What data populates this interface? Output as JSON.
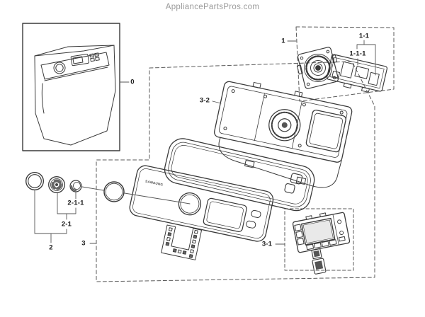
{
  "watermark": "AppliancePartsPros.com",
  "panel": {
    "brand": "SAMSUNG"
  },
  "parts": {
    "main": {
      "label": "0"
    },
    "encoder_assy": {
      "label": "1"
    },
    "encoder_sub": {
      "label": "1-1"
    },
    "encoder_subsub": {
      "label": "1-1-1"
    },
    "knob_group": {
      "label": "2"
    },
    "knob_sub": {
      "label": "2-1"
    },
    "knob_subsub": {
      "label": "2-1-1"
    },
    "panel_group": {
      "label": "3"
    },
    "display_assy": {
      "label": "3-1"
    },
    "panel_bracket": {
      "label": "3-2"
    }
  },
  "colors": {
    "line": "#3a3a3a",
    "dashed_box": "#5a5a5a",
    "leader": "#555555",
    "dark_fill": "#555555",
    "watermark": "#9b9b9b",
    "label": "#1a1a1a",
    "paper": "#ffffff"
  }
}
